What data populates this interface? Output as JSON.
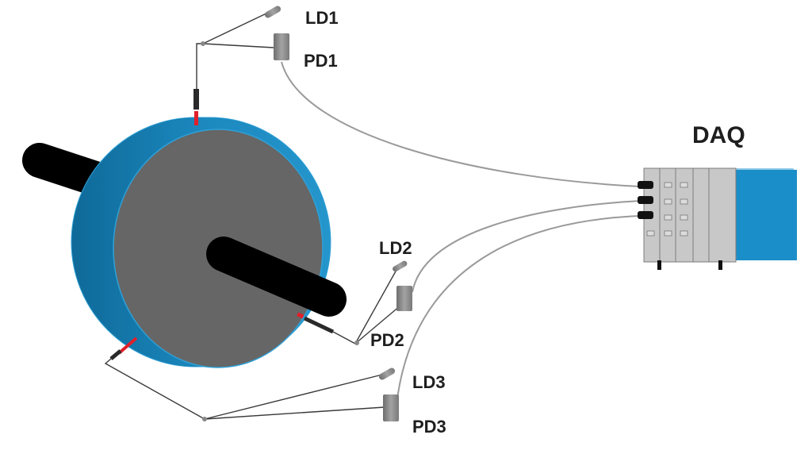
{
  "labels": {
    "ld1": "LD1",
    "pd1": "PD1",
    "ld2": "LD2",
    "pd2": "PD2",
    "ld3": "LD3",
    "pd3": "PD3",
    "daq": "DAQ"
  },
  "colors": {
    "disk_side": "#1b87bd",
    "disk_face": "#666666",
    "shaft": "#000000",
    "daq_body": "#1a8ec8",
    "daq_panel": "#c8c8c8",
    "fiber": "#9a9a9a",
    "tip_red": "#e0202a",
    "device_gray": "#888888"
  }
}
